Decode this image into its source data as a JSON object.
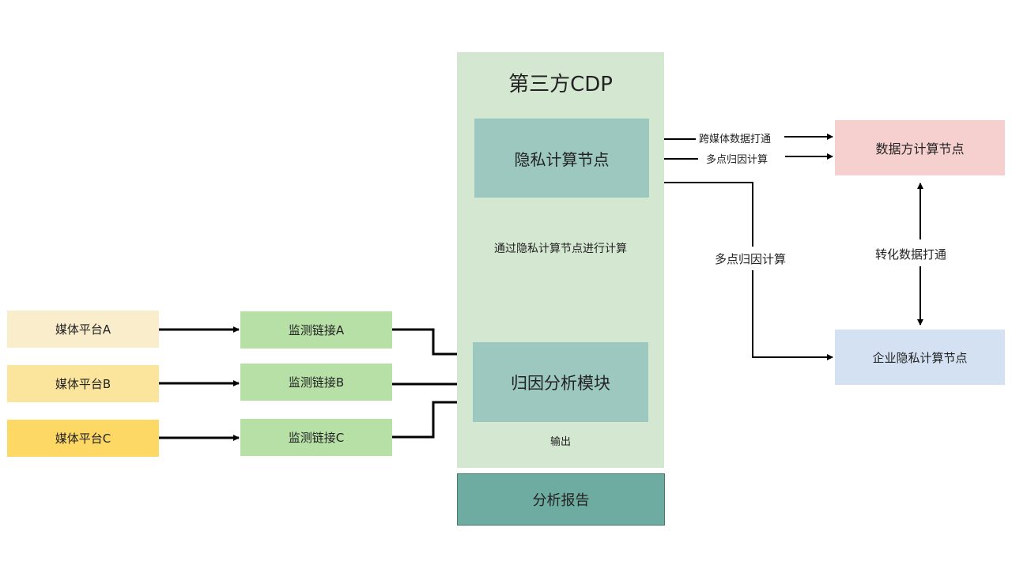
{
  "diagram": {
    "cdp": {
      "title": "第三方CDP",
      "privacy_node": "隐私计算节点",
      "attribution_module": "归因分析模块",
      "internal_link_label": "通过隐私计算节点进行计算",
      "output_label": "输出"
    },
    "report": "分析报告",
    "media_platforms": [
      {
        "label": "媒体平台A",
        "color": "#faedcb"
      },
      {
        "label": "媒体平台B",
        "color": "#fbe49c"
      },
      {
        "label": "媒体平台C",
        "color": "#fdd865"
      }
    ],
    "monitoring_links": [
      {
        "label": "监测链接A"
      },
      {
        "label": "监测链接B"
      },
      {
        "label": "监测链接C"
      }
    ],
    "data_party_node": "数据方计算节点",
    "enterprise_node": "企业隐私计算节点",
    "edge_labels": {
      "cross_media": "跨媒体数据打通",
      "multi_touch_1": "多点归因计算",
      "multi_touch_2": "多点归因计算",
      "conversion": "转化数据打通"
    }
  }
}
